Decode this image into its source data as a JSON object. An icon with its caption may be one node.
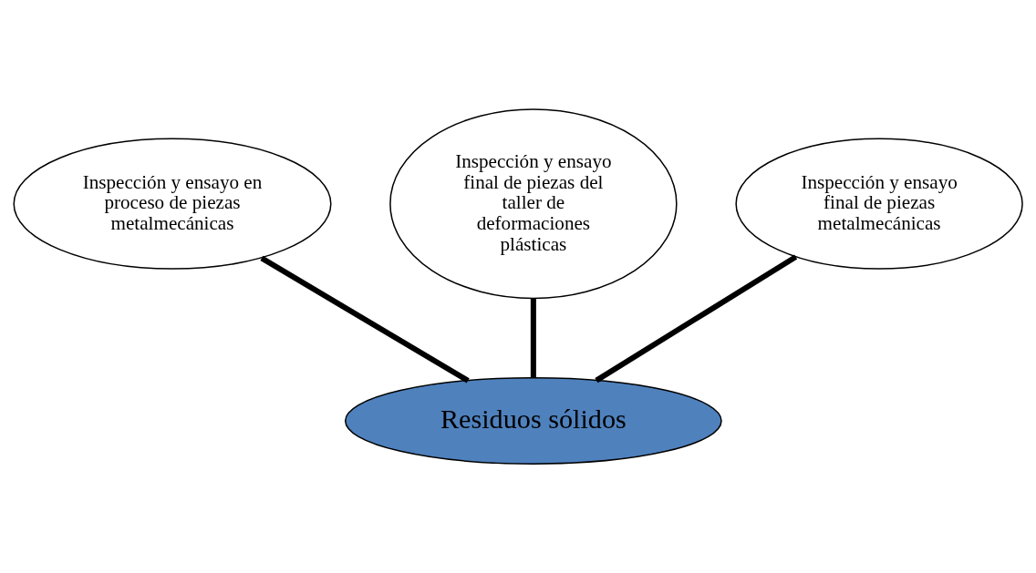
{
  "diagram": {
    "nodes": [
      {
        "text": [
          "Inspección y ensayo final de piezas del taller de deformaciones plásticas"
        ]
      },
      {
        "text": [
          "Inspección y ensayo en proceso de piezas metalmecánicas"
        ]
      },
      {
        "text": [
          "Inspección y ensayo final de piezas metalmecánicas"
        ]
      },
      {
        "text": [
          "Residuos sólidos"
        ]
      }
    ],
    "edges": [
      {
        "from": 3,
        "to": 1,
        "arrow": "none"
      },
      {
        "from": 3,
        "to": 0,
        "arrow": "none"
      },
      {
        "from": 3,
        "to": 2,
        "arrow": "none"
      }
    ]
  }
}
